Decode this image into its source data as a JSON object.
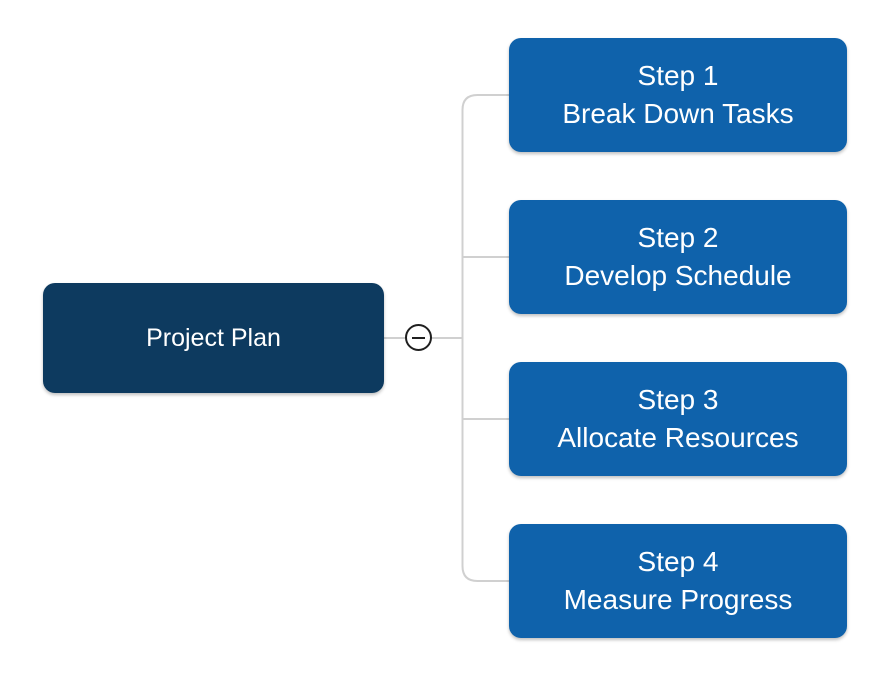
{
  "colors": {
    "background": "#ffffff",
    "root_node": "#0d3a5f",
    "step_node": "#0f62ab",
    "node_text": "#ffffff",
    "connector": "#d0d0d0",
    "toggle_border": "#1f1f1f",
    "toggle_background": "#ffffff"
  },
  "diagram": {
    "root": {
      "label": "Project Plan"
    },
    "toggle": {
      "icon": "minus-icon"
    },
    "steps": [
      {
        "title": "Step 1",
        "subtitle": "Break Down Tasks"
      },
      {
        "title": "Step 2",
        "subtitle": "Develop Schedule"
      },
      {
        "title": "Step 3",
        "subtitle": "Allocate Resources"
      },
      {
        "title": "Step 4",
        "subtitle": "Measure Progress"
      }
    ]
  }
}
